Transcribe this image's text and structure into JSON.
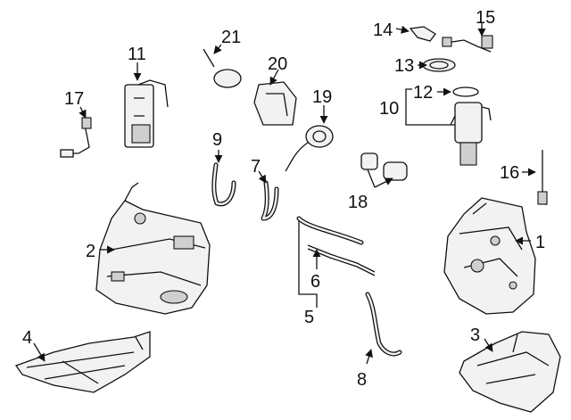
{
  "diagram": {
    "callouts": [
      "1",
      "2",
      "3",
      "4",
      "5",
      "6",
      "7",
      "8",
      "9",
      "10",
      "11",
      "12",
      "13",
      "14",
      "15",
      "16",
      "17",
      "18",
      "19",
      "20",
      "21"
    ]
  }
}
